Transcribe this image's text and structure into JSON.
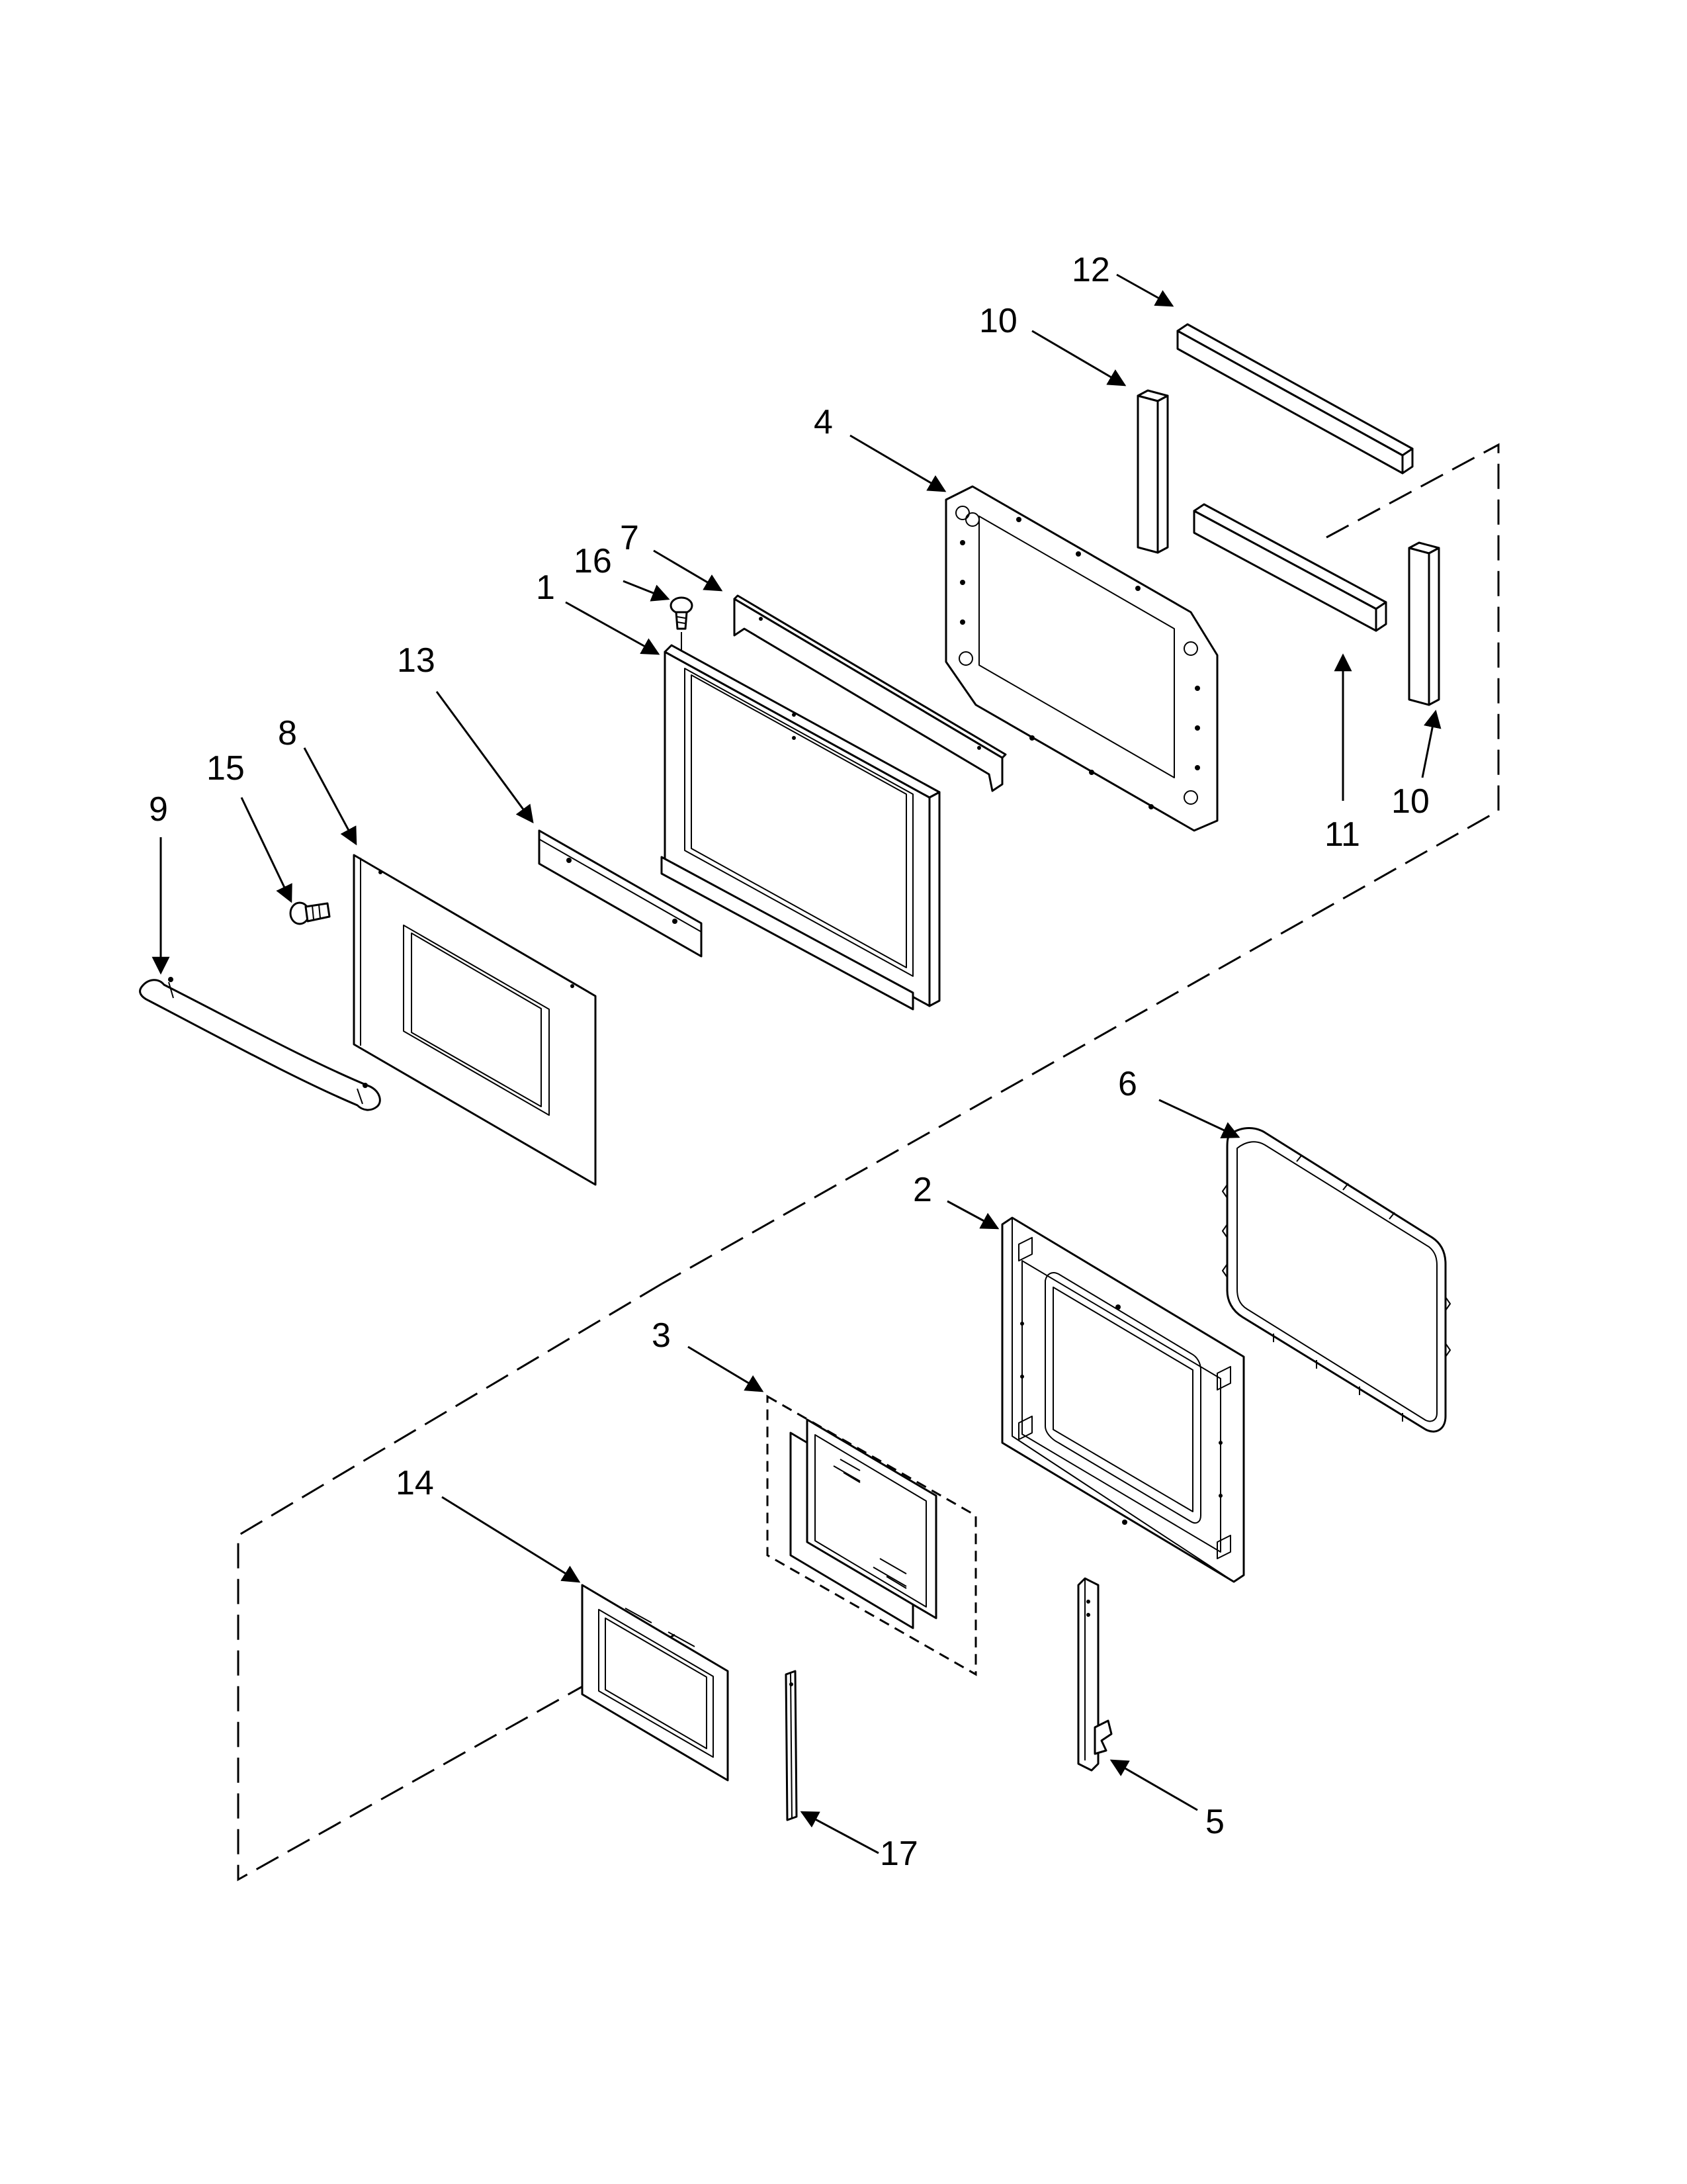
{
  "callouts": {
    "c1": "1",
    "c2": "2",
    "c3": "3",
    "c4": "4",
    "c5": "5",
    "c6": "6",
    "c7": "7",
    "c8": "8",
    "c9": "9",
    "c10a": "10",
    "c10b": "10",
    "c11": "11",
    "c12": "12",
    "c13": "13",
    "c14": "14",
    "c15": "15",
    "c16": "16",
    "c17": "17"
  },
  "parts": [
    {
      "number": "1",
      "name": "inner-door-frame"
    },
    {
      "number": "2",
      "name": "inner-door-assembly"
    },
    {
      "number": "3",
      "name": "glass-pack"
    },
    {
      "number": "4",
      "name": "door-plate"
    },
    {
      "number": "5",
      "name": "hinge"
    },
    {
      "number": "6",
      "name": "door-gasket"
    },
    {
      "number": "7",
      "name": "channel"
    },
    {
      "number": "8",
      "name": "outer-door-panel"
    },
    {
      "number": "9",
      "name": "handle"
    },
    {
      "number": "10",
      "name": "insulation-strip-vertical"
    },
    {
      "number": "11",
      "name": "insulation-strip-horizontal"
    },
    {
      "number": "12",
      "name": "insulation-strip-top"
    },
    {
      "number": "13",
      "name": "bracket"
    },
    {
      "number": "14",
      "name": "inner-panel"
    },
    {
      "number": "15",
      "name": "screw"
    },
    {
      "number": "16",
      "name": "screw"
    },
    {
      "number": "17",
      "name": "strip"
    }
  ]
}
